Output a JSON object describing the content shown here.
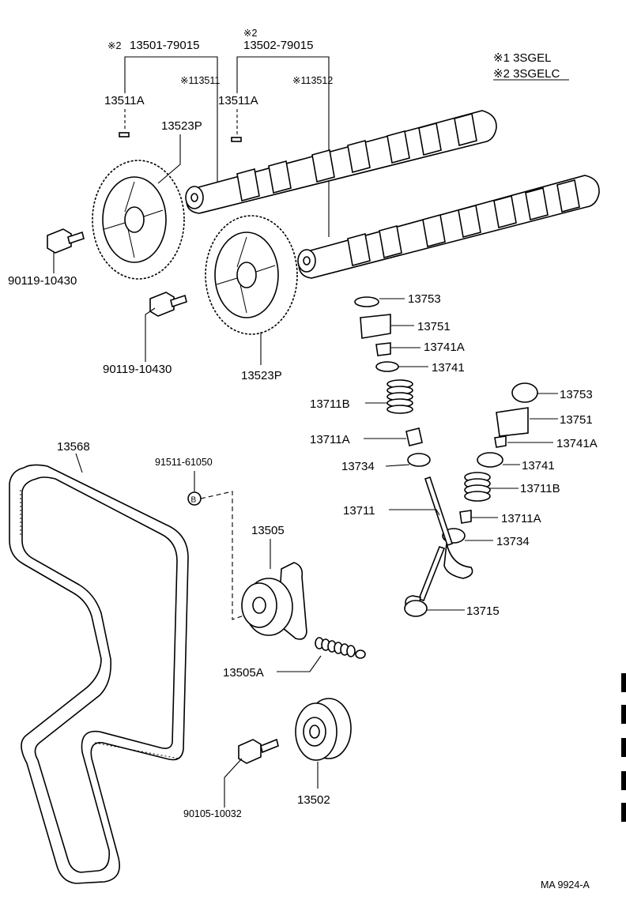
{
  "legend": {
    "note1": "※1 3SGEL",
    "note2": "※2 3SGELC"
  },
  "labels": {
    "cam1_part_no": "13501-79015",
    "cam1_mark": "※2",
    "cam2_part_no": "13502-79015",
    "cam2_mark": "※2",
    "p113511": "※113511",
    "p113512": "※113512",
    "p13511A_left": "13511A",
    "p13511A_right": "13511A",
    "p13523P_top": "13523P",
    "p13523P_bottom": "13523P",
    "bolt_left": "90119-10430",
    "bolt_center": "90119-10430",
    "v1_13753": "13753",
    "v1_13751": "13751",
    "v1_13741A": "13741A",
    "v1_13741": "13741",
    "v1_13711B": "13711B",
    "v1_13711A": "13711A",
    "v1_13734": "13734",
    "v2_13753": "13753",
    "v2_13751": "13751",
    "v2_13741A": "13741A",
    "v2_13741": "13741",
    "v2_13711B": "13711B",
    "v2_13711A": "13711A",
    "v2_13734": "13734",
    "valve_13711": "13711",
    "valve_13715": "13715",
    "belt": "13568",
    "pin_no": "91511-61050",
    "pin_ref": "B",
    "tensioner": "13505",
    "spring": "13505A",
    "idler": "13502",
    "idler_bolt": "90105-10032",
    "figure_code": "MA 9924-A"
  }
}
